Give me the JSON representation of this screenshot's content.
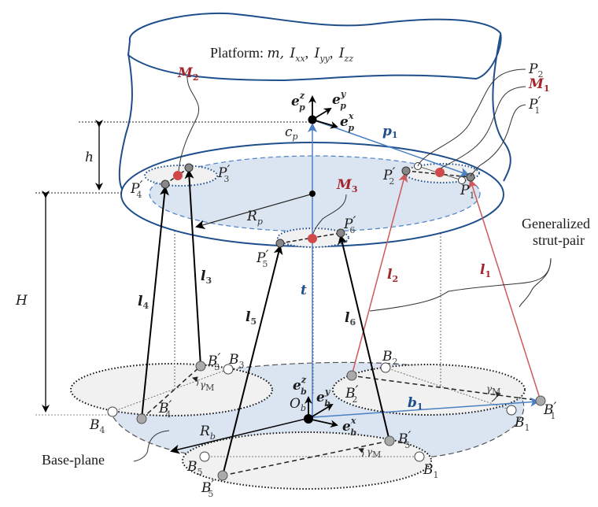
{
  "title": "Platform: m, I_xx, I_yy, I_zz",
  "platform_label": {
    "prefix": "Platform: ",
    "m": "m,",
    "ixx": "I",
    "ixx_sub": "xx",
    "iyy": "I",
    "iyy_sub": "yy",
    "izz": "I",
    "izz_sub": "zz",
    "sep": ","
  },
  "labels": {
    "h": "h",
    "H": "H",
    "Rp": "R",
    "Rp_sub": "p",
    "Rb": "R",
    "Rb_sub": "b",
    "cp": "c",
    "cp_sub": "p",
    "t": "t",
    "p1": "p",
    "p1_sub": "1",
    "b1": "b",
    "b1_sub": "1",
    "ep": "e",
    "ep_sub": "p",
    "ez": "z",
    "ey": "y",
    "ex": "x",
    "eb": "e",
    "eb_sub": "b",
    "Ob": "O",
    "Ob_sub": "b",
    "M1": "M",
    "M1_sub": "1",
    "M2": "M",
    "M2_sub": "2",
    "M3": "M",
    "M3_sub": "3",
    "P": "P",
    "prime": "′",
    "B": "B",
    "l": "l",
    "gamma": "γ",
    "gamma_sub": "M",
    "n1": "1",
    "n2": "2",
    "n3": "3",
    "n4": "4",
    "n5": "5",
    "n6": "6",
    "strut_pair_1": "Generalized",
    "strut_pair_2": "strut-pair",
    "base_plane": "Base-plane"
  },
  "colors": {
    "platform_outline": "#1f4e8c",
    "vector_blue": "#4a80c4",
    "strut_red": "#cc5a5a",
    "label_red": "#a3262c",
    "plane_fill": "#dbe5f1",
    "pair_fill": "#f1f1f1",
    "joint_gray": "#a9a9a9",
    "mid_red": "#d04848"
  }
}
